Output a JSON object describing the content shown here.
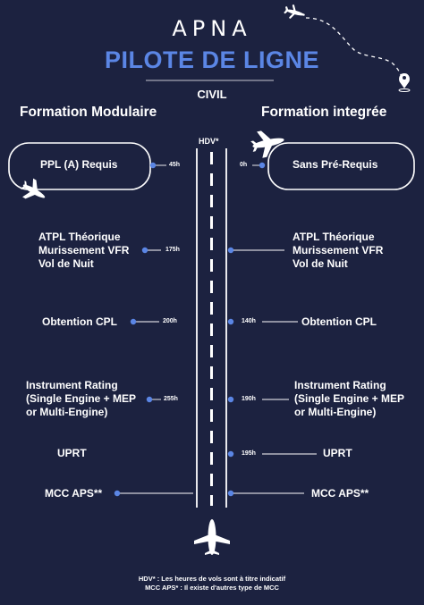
{
  "header": {
    "logo": "APNA",
    "title": "PILOTE DE LIGNE",
    "subtitle": "CIVIL"
  },
  "columns": {
    "left": "Formation Modulaire",
    "right": "Formation integrée"
  },
  "runway_label": "HDV*",
  "modular": [
    {
      "label": "PPL (A) Requis",
      "hours": "45h"
    },
    {
      "label": "ATPL Théorique\nMurissement VFR\nVol de Nuit",
      "hours": "175h"
    },
    {
      "label": "Obtention CPL",
      "hours": "200h"
    },
    {
      "label": "Instrument Rating\n(Single Engine + MEP\nor Multi-Engine)",
      "hours": "255h"
    },
    {
      "label": "UPRT",
      "hours": ""
    },
    {
      "label": "MCC APS**",
      "hours": ""
    }
  ],
  "integrated": [
    {
      "label": "Sans Pré-Requis",
      "hours": "0h"
    },
    {
      "label": "ATPL Théorique\nMurissement VFR\nVol de Nuit",
      "hours": ""
    },
    {
      "label": "Obtention CPL",
      "hours": "140h"
    },
    {
      "label": "Instrument Rating\n(Single Engine + MEP\nor Multi-Engine)",
      "hours": "190h"
    },
    {
      "label": "UPRT",
      "hours": "195h"
    },
    {
      "label": "MCC APS**",
      "hours": ""
    }
  ],
  "footnotes": [
    "HDV* : Les heures de vols sont à titre indicatif",
    "MCC APS* : Il existe d'autres type de MCC"
  ],
  "colors": {
    "background": "#1c2240",
    "accent": "#5b86e5",
    "line": "#ffffff"
  },
  "icons": [
    "airplane-icon",
    "location-pin-icon"
  ]
}
